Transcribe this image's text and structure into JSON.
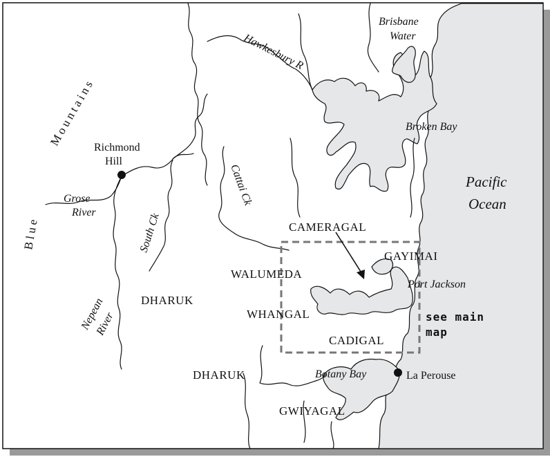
{
  "regions": {
    "dharuk_west": "DHARUK",
    "dharuk_south": "DHARUK",
    "walumeda": "WALUMEDA",
    "whangal": "WHANGAL",
    "cameragal": "CAMERAGAL",
    "gayimai": "GAYIMAI",
    "cadigal": "CADIGAL",
    "gwiyagal": "GWIYAGAL"
  },
  "places": {
    "richmond_hill_line1": "Richmond",
    "richmond_hill_line2": "Hill",
    "la_perouse": "La Perouse"
  },
  "waters": {
    "hawkesbury": "Hawkesbury R",
    "brisbane_water_line1": "Brisbane",
    "brisbane_water_line2": "Water",
    "broken_bay": "Broken Bay",
    "pacific_line1": "Pacific",
    "pacific_line2": "Ocean",
    "cattai": "Cattai Ck",
    "south_ck": "South Ck",
    "grose_line1": "Grose",
    "grose_line2": "River",
    "nepean_line1": "Nepean",
    "nepean_line2": "River",
    "port_jackson": "Port Jackson",
    "botany_bay": "Botany Bay"
  },
  "mountains": {
    "word1": "Blue",
    "word2": "Mountains"
  },
  "inset_note": {
    "line1": "see main",
    "line2": "map"
  },
  "colors": {
    "ocean": "#e6e7e9",
    "ink": "#111111",
    "inset_box": "#777777",
    "shadow": "#9a9a9a"
  }
}
